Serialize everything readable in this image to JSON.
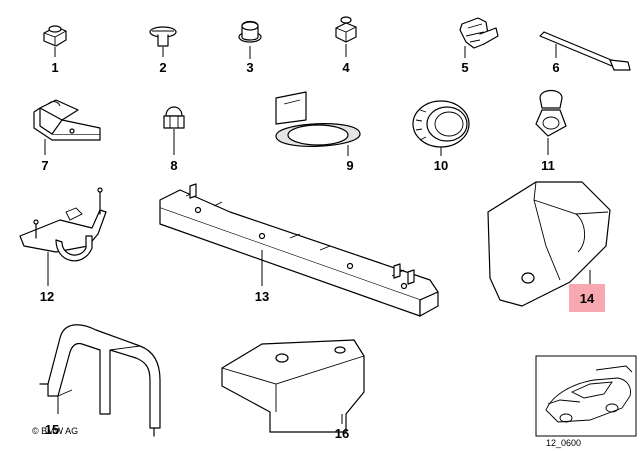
{
  "parts": [
    {
      "number": "1"
    },
    {
      "number": "2"
    },
    {
      "number": "3"
    },
    {
      "number": "4"
    },
    {
      "number": "5"
    },
    {
      "number": "6"
    },
    {
      "number": "7"
    },
    {
      "number": "8"
    },
    {
      "number": "9"
    },
    {
      "number": "10"
    },
    {
      "number": "11"
    },
    {
      "number": "12"
    },
    {
      "number": "13"
    },
    {
      "number": "14"
    },
    {
      "number": "15"
    },
    {
      "number": "16"
    }
  ],
  "highlighted_part": "14",
  "highlight_color": "#f7a8b0",
  "copyright": "© BMW AG",
  "diagram_code": "12_0600"
}
